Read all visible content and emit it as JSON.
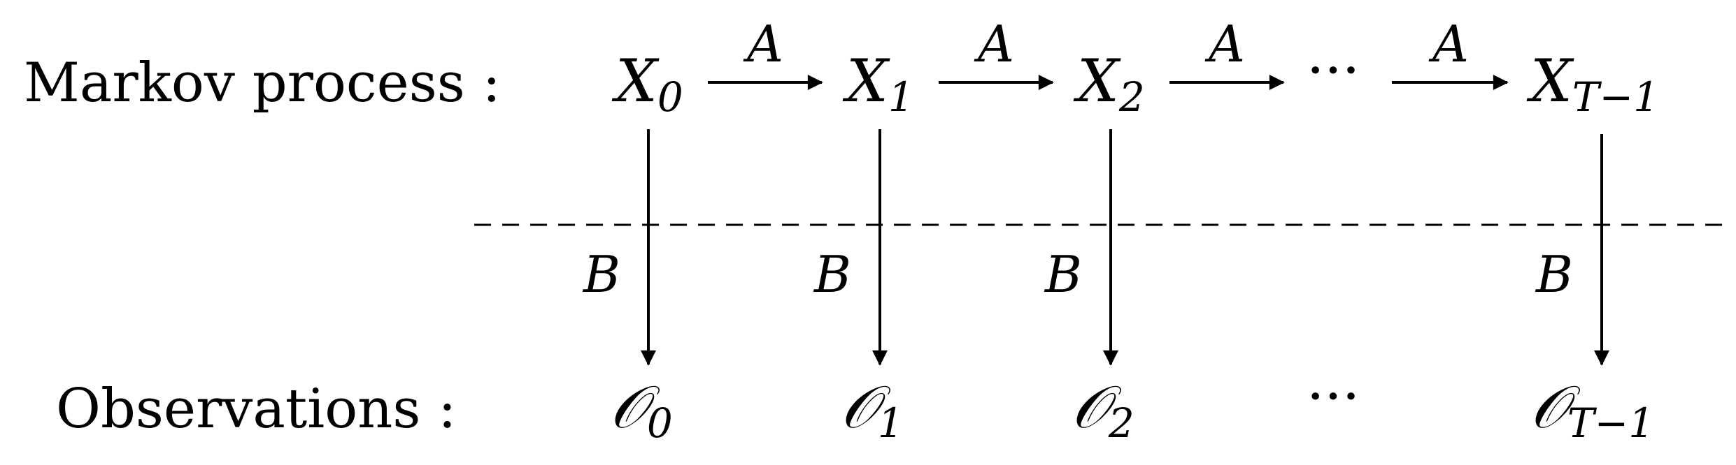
{
  "rows": {
    "markov_label": "Markov process :",
    "observations_label": "Observations :"
  },
  "states": [
    {
      "symbol": "X",
      "subscript": "0"
    },
    {
      "symbol": "X",
      "subscript": "1"
    },
    {
      "symbol": "X",
      "subscript": "2"
    },
    {
      "symbol": "X",
      "subscript": "T−1"
    }
  ],
  "observations": [
    {
      "symbol": "𝒪",
      "subscript": "0"
    },
    {
      "symbol": "𝒪",
      "subscript": "1"
    },
    {
      "symbol": "𝒪",
      "subscript": "2"
    },
    {
      "symbol": "𝒪",
      "subscript": "T−1"
    }
  ],
  "ellipsis": "···",
  "transition_label": "A",
  "emission_label": "B",
  "colors": {
    "stroke": "#000000",
    "background": "#ffffff"
  }
}
